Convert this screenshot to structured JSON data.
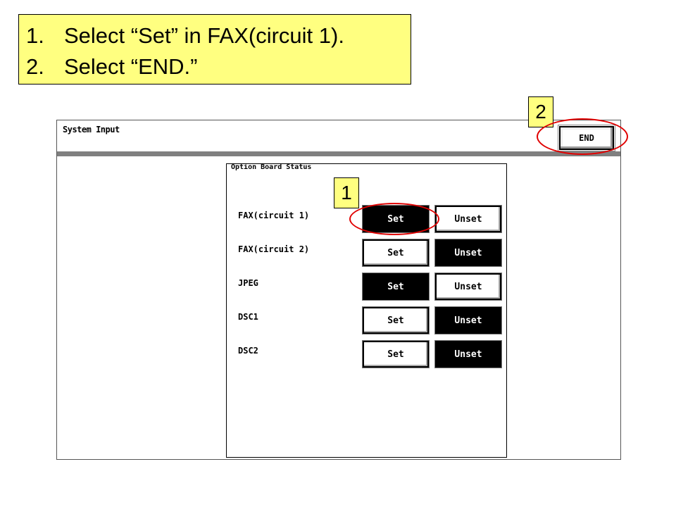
{
  "instructions": {
    "steps": [
      {
        "num": "1.",
        "text": "Select “Set” in FAX(circuit 1)."
      },
      {
        "num": "2.",
        "text": "Select “END.”"
      }
    ],
    "badge_1": "1",
    "badge_2": "2",
    "highlight_color": "#e00000",
    "callout_color": "#ffff80"
  },
  "window": {
    "title": "System Input",
    "end_label": "END"
  },
  "panel": {
    "title": "Option Board Status",
    "rows": [
      {
        "label": "FAX(circuit 1)",
        "set": "Set",
        "unset": "Unset",
        "selected": "set"
      },
      {
        "label": "FAX(circuit 2)",
        "set": "Set",
        "unset": "Unset",
        "selected": "unset"
      },
      {
        "label": "JPEG",
        "set": "Set",
        "unset": "Unset",
        "selected": "set"
      },
      {
        "label": "DSC1",
        "set": "Set",
        "unset": "Unset",
        "selected": "unset"
      },
      {
        "label": "DSC2",
        "set": "Set",
        "unset": "Unset",
        "selected": "unset"
      }
    ]
  }
}
